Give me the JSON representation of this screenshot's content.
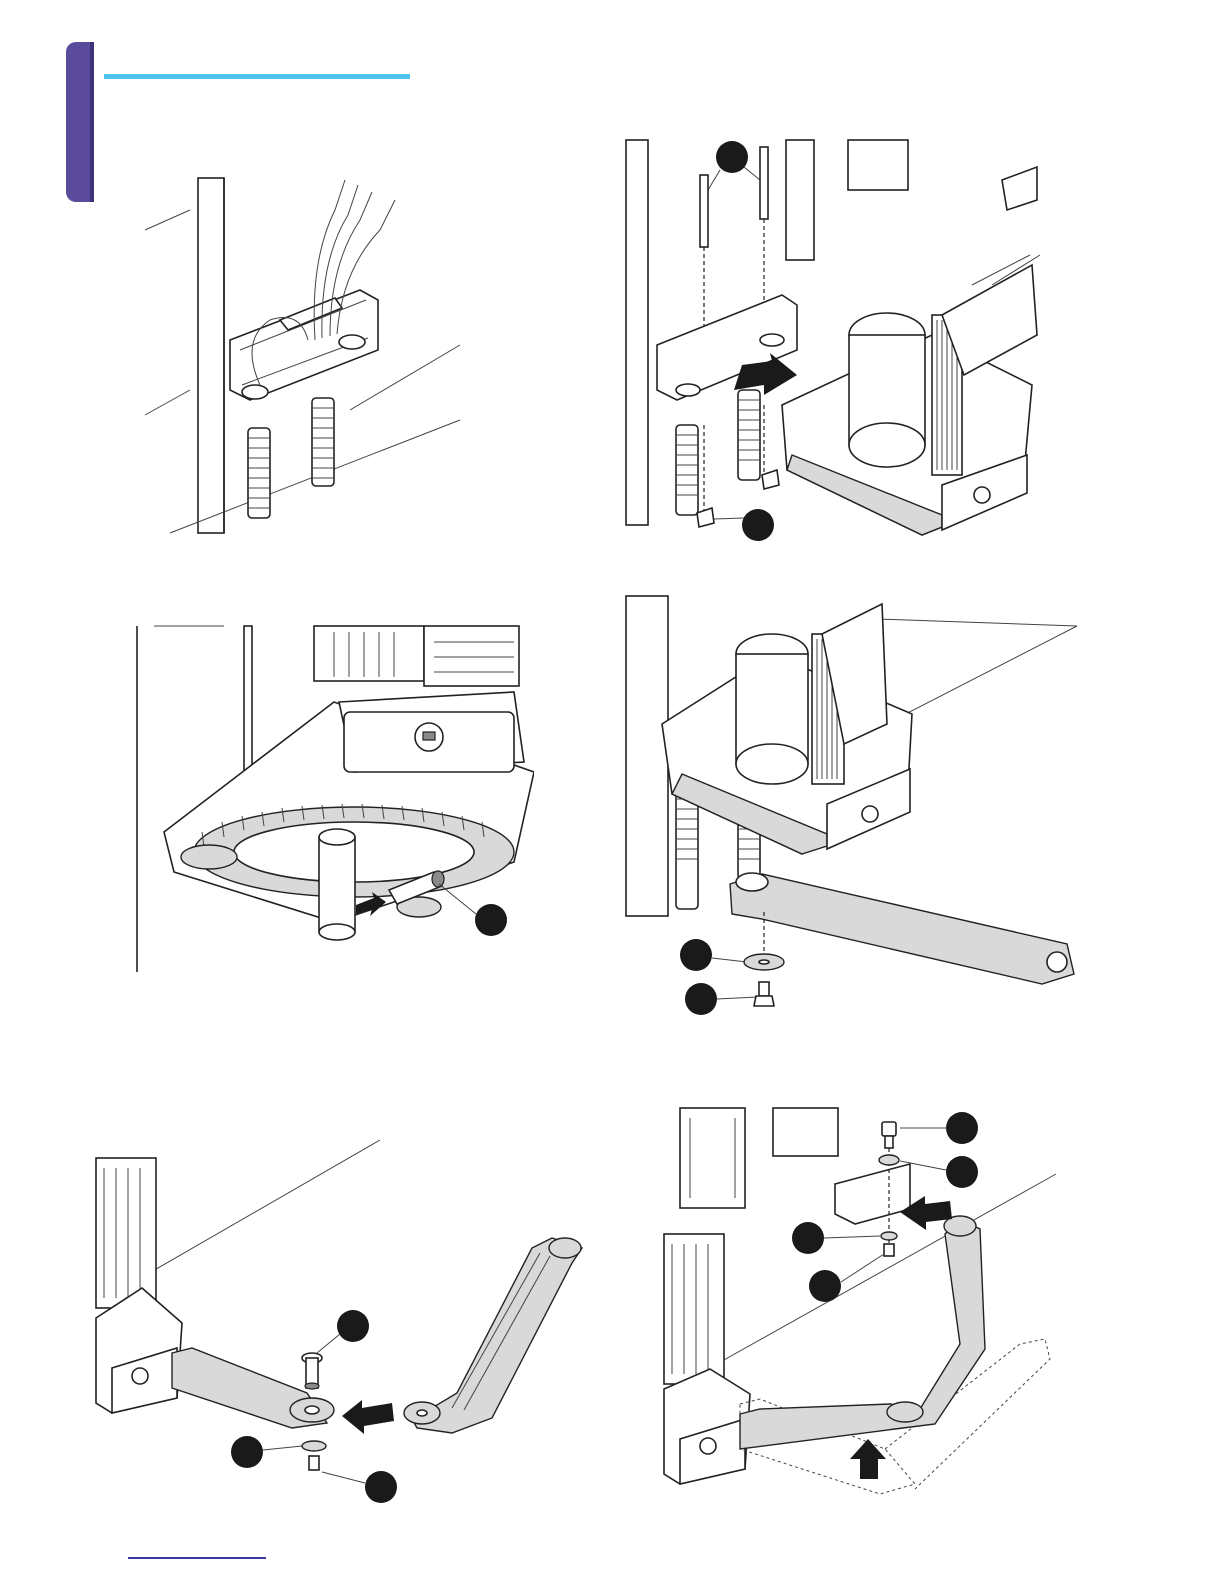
{
  "colors": {
    "tab": "#5a4b9c",
    "header_rule": "#4fc3f0",
    "footer_rule": "#3a3a9a",
    "callout": "#1a1a1a"
  },
  "figures": [
    {
      "id": "fig-1",
      "icon": "bracket-with-cables-icon"
    },
    {
      "id": "fig-2",
      "icon": "motor-mounting-icon"
    },
    {
      "id": "fig-3",
      "icon": "gear-pin-insertion-icon"
    },
    {
      "id": "fig-4",
      "icon": "arm-attachment-icon"
    },
    {
      "id": "fig-5",
      "icon": "arm-joint-icon"
    },
    {
      "id": "fig-6",
      "icon": "gate-bracket-icon"
    }
  ]
}
